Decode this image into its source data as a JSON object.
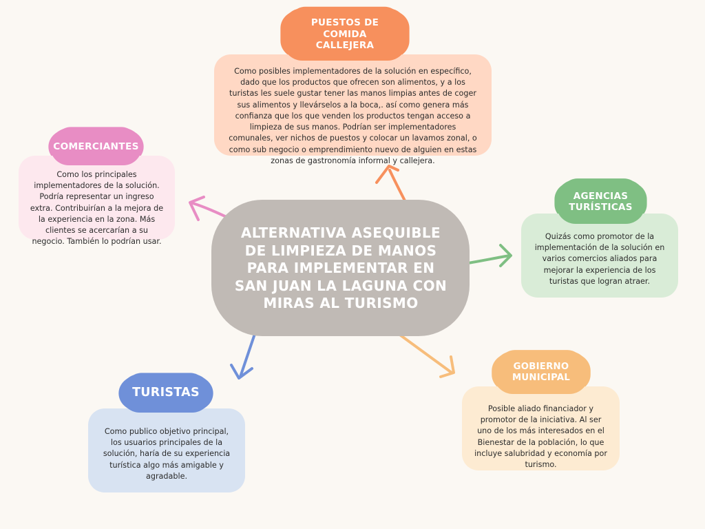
{
  "central": {
    "title": "ALTERNATIVA ASEQUIBLE DE LIMPIEZA DE MANOS PARA IMPLEMENTAR EN SAN JUAN LA LAGUNA CON MIRAS AL TURISMO"
  },
  "nodes": {
    "puestos": {
      "title": "PUESTOS DE COMIDA CALLEJERA",
      "text": "Como posibles implementadores de la solución en específico, dado que los productos que ofrecen son alimentos, y a los turistas les suele gustar tener las manos limpias antes de coger sus alimentos y llevárselos a la boca,. así como genera más confianza que los que venden los productos tengan acceso a limpieza de sus manos. Podrían ser implementadores comunales, ver nichos de puestos y colocar un lavamos zonal, o como sub negocio o emprendimiento nuevo de alguien en estas zonas de gastronomía informal y callejera.",
      "color": "#f7905d",
      "bg": "#ffd8c4"
    },
    "comerciantes": {
      "title": "COMERCIANTES",
      "text": "Como los principales implementadores de la solución. Podría representar un ingreso extra. Contribuirían a la mejora de la experiencia en la zona. Más clientes se acercarían a su negocio. También lo podrían usar.",
      "color": "#e88dc4",
      "bg": "#fde8ee"
    },
    "agencias": {
      "title": "AGENCIAS TURÍSTICAS",
      "text": "Quizás como promotor de la implementación de la solución en varios comercios aliados para mejorar la experiencia de los turistas que logran atraer.",
      "color": "#7fbf83",
      "bg": "#d9ecd7"
    },
    "turistas": {
      "title": "TURISTAS",
      "text": "Como publico objetivo principal, los usuarios principales de la solución, haría de su experiencia turística algo más amigable y agradable.",
      "color": "#6f90d9",
      "bg": "#d8e3f2"
    },
    "gobierno": {
      "title": "GOBIERNO MUNICIPAL",
      "text": "Posible aliado financiador y promotor de la iniciativa. Al ser uno de los más interesados en el Bienestar de la población, lo que incluye salubridad y economía por turismo.",
      "color": "#f7bd7b",
      "bg": "#fdebd2"
    }
  },
  "colors": {
    "background": "#fbf8f3",
    "center": "#c0bab5"
  }
}
